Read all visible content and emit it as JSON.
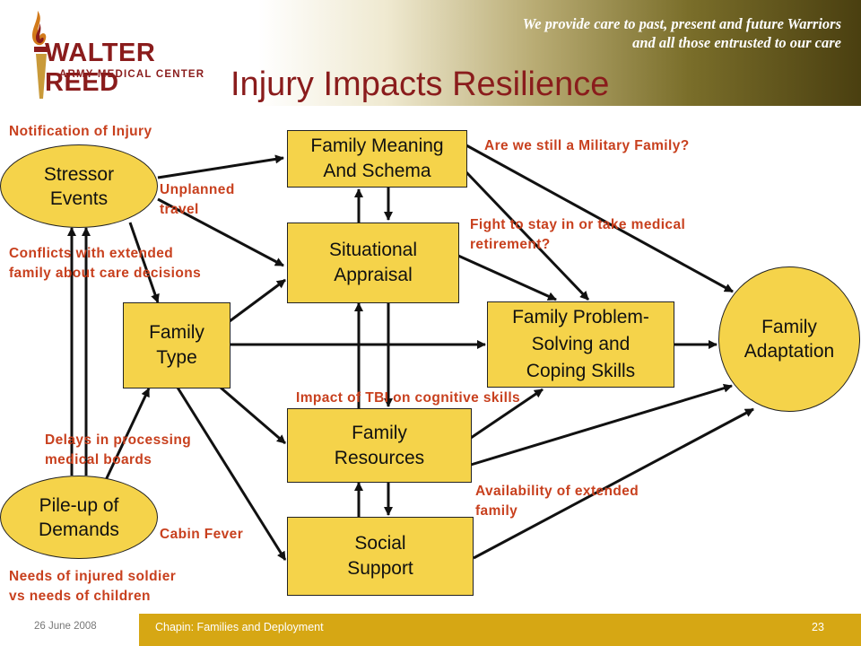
{
  "header": {
    "tagline_line1": "We provide care to past, present and future Warriors",
    "tagline_line2": "and all those entrusted to our care",
    "logo_title": "WALTER REED",
    "logo_subtitle": "ARMY MEDICAL CENTER",
    "slide_title": "Injury Impacts Resilience"
  },
  "nodes": {
    "stressor_events": [
      "Stressor",
      "Events"
    ],
    "pileup_demands": [
      "Pile-up of",
      "Demands"
    ],
    "family_type": [
      "Family",
      "Type"
    ],
    "family_meaning": [
      "Family Meaning",
      "And Schema"
    ],
    "situational_appraisal": [
      "Situational",
      "Appraisal"
    ],
    "family_resources": [
      "Family",
      "Resources"
    ],
    "social_support": [
      "Social",
      "Support"
    ],
    "family_problem_solving": [
      "Family Problem-",
      "Solving and",
      "Coping Skills"
    ],
    "family_adaptation": [
      "Family",
      "Adaptation"
    ]
  },
  "annotations": {
    "notification": [
      "Notification of Injury"
    ],
    "unplanned": [
      "Unplanned",
      "travel"
    ],
    "conflicts": [
      "Conflicts with extended",
      "family about care decisions"
    ],
    "still_military": [
      "Are we still a Military Family?"
    ],
    "fight_to_stay": [
      "Fight to stay in or take medical",
      "retirement?"
    ],
    "impact_tbi": [
      "Impact of TBI on cognitive skills"
    ],
    "delays": [
      "Delays in processing",
      "medical boards"
    ],
    "extended_family": [
      "Availability of extended",
      "family"
    ],
    "cabin_fever": [
      "Cabin Fever"
    ],
    "needs": [
      "Needs of injured soldier",
      "vs needs of children"
    ]
  },
  "footer": {
    "date": "26 June 2008",
    "center": "Chapin: Families and Deployment",
    "page_number": "23"
  },
  "colors": {
    "node_fill": "#f5d34a",
    "annotation_text": "#c8401e",
    "title_text": "#8a1c1c",
    "footer_band": "#d6a714"
  }
}
